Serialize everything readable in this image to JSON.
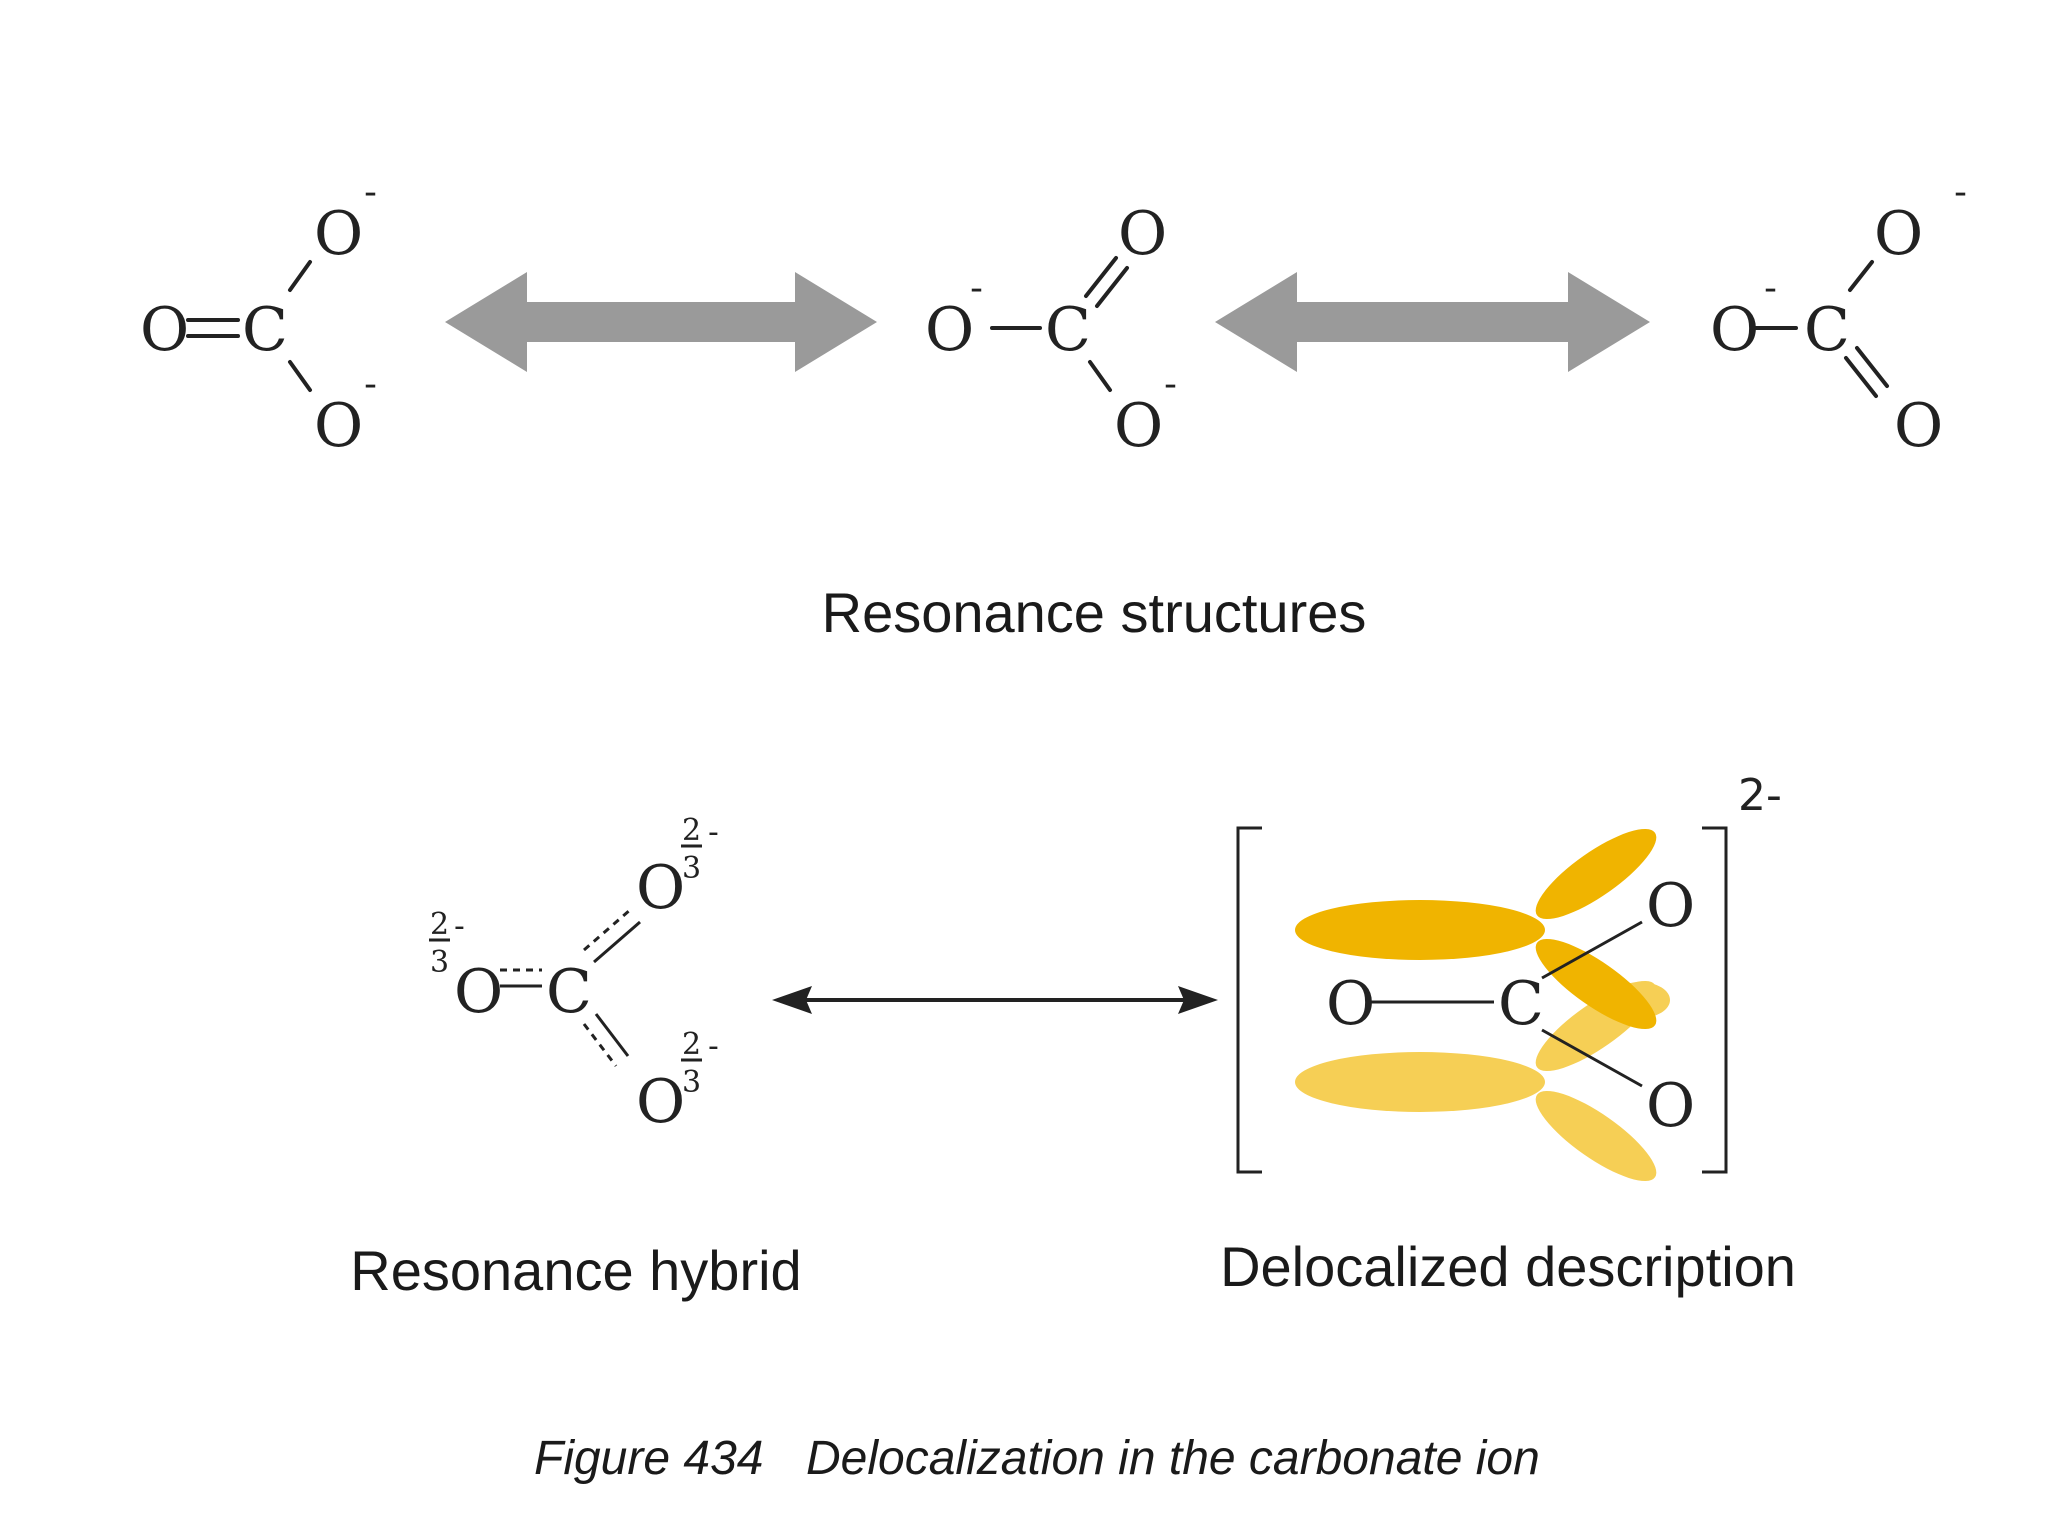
{
  "resonance_structures": {
    "caption": "Resonance structures",
    "structure_1": {
      "left_o": "O",
      "carbon": "C",
      "top_o": "O",
      "top_charge": "-",
      "bottom_o": "O",
      "bottom_charge": "-"
    },
    "structure_2": {
      "left_o": "O",
      "left_charge": "-",
      "carbon": "C",
      "top_o": "O",
      "bottom_o": "O",
      "bottom_charge": "-"
    },
    "structure_3": {
      "left_o": "O",
      "left_charge": "-",
      "carbon": "C",
      "top_o": "O",
      "top_charge": "-",
      "bottom_o": "O"
    }
  },
  "hybrid": {
    "caption": "Resonance hybrid",
    "left_o": "O",
    "carbon": "C",
    "top_o": "O",
    "bottom_o": "O",
    "fraction_num": "2",
    "fraction_den": "3",
    "fraction_sign": "-"
  },
  "delocalized": {
    "caption": "Delocalized description",
    "left_o": "O",
    "carbon": "C",
    "top_o": "O",
    "bottom_o": "O",
    "bracket_charge": "2-",
    "colors": {
      "pi_upper": "#f0b400",
      "pi_lower": "#f6cf55"
    }
  },
  "figure_caption": {
    "number": "Figure 434",
    "text": "Delocalization in the carbonate ion"
  },
  "colors": {
    "arrow_gray": "#9a9a9a",
    "ink": "#222222"
  }
}
